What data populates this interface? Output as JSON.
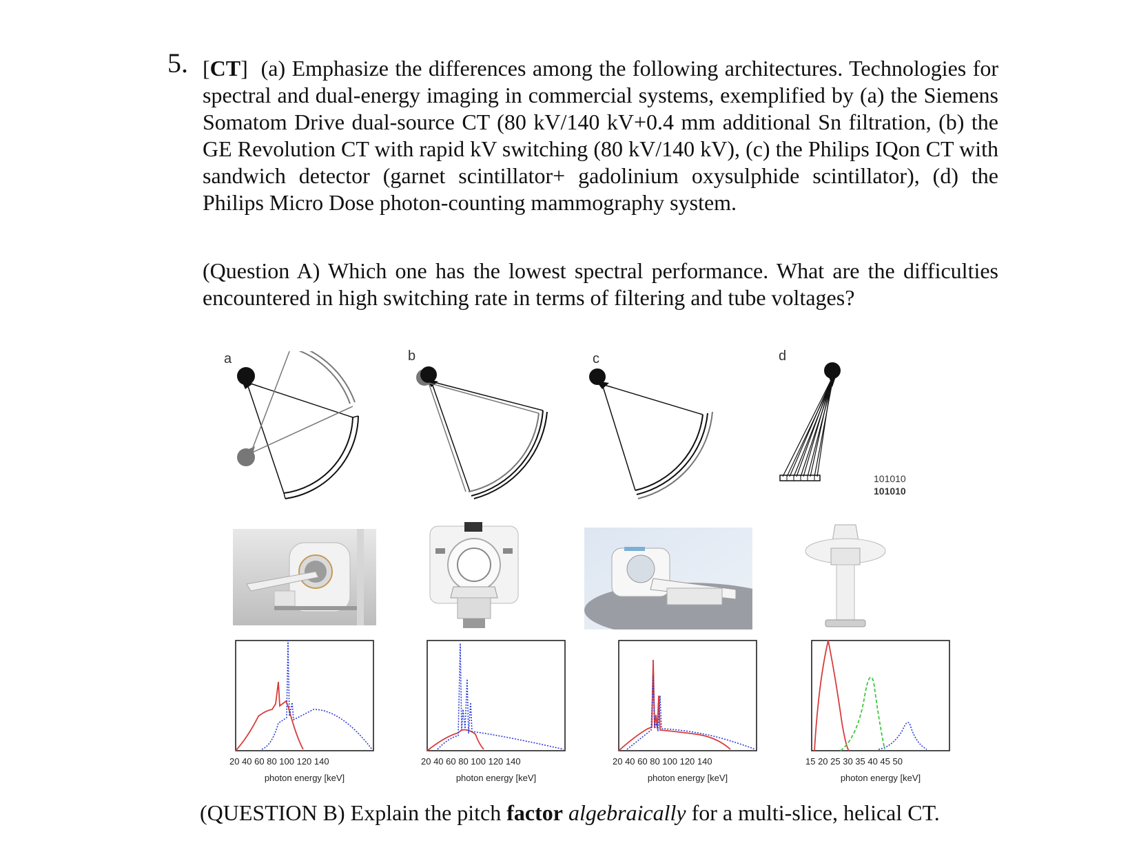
{
  "question": {
    "number": "5.",
    "tag": "CT",
    "body": "(a)  Emphasize the differences among the following architectures. Technologies for spectral and dual-energy imaging in commercial systems, exemplified by (a) the Siemens Somatom Drive dual-source CT (80 kV/140 kV+0.4 mm additional Sn filtration, (b) the GE Revolution CT with rapid kV switching (80 kV/140 kV), (c) the Philips IQon CT with sandwich detector (garnet scintillator+ gadolinium oxysulphide scintillator), (d) the Philips Micro Dose photon-counting mammography system.",
    "question_a": "(Question A) Which one has the lowest spectral performance. What are the difficulties encountered in high switching rate in terms of filtering and tube voltages?",
    "question_b_prefix": "(QUESTION B) Explain the pitch ",
    "question_b_bold": "factor",
    "question_b_italic": "algebraically",
    "question_b_suffix": " for a multi-slice, helical CT."
  },
  "figure": {
    "panels": [
      {
        "letter": "a",
        "ticks": "20   40   60   80  100  120  140",
        "xlabel": "photon energy [keV]"
      },
      {
        "letter": "b",
        "ticks": "20   40   60   80  100  120  140",
        "xlabel": "photon energy [keV]"
      },
      {
        "letter": "c",
        "ticks": "20   40   60   80  100  120  140",
        "xlabel": "photon energy [keV]"
      },
      {
        "letter": "d",
        "ticks": "15  20  25  30  35  40  45  50",
        "xlabel": "photon energy [keV]",
        "binary_1": "101010",
        "binary_2": "101010"
      }
    ],
    "colors": {
      "red": "#d93b3b",
      "blue": "#2b3fd8",
      "green": "#3ec83e",
      "gray": "#777777"
    }
  }
}
